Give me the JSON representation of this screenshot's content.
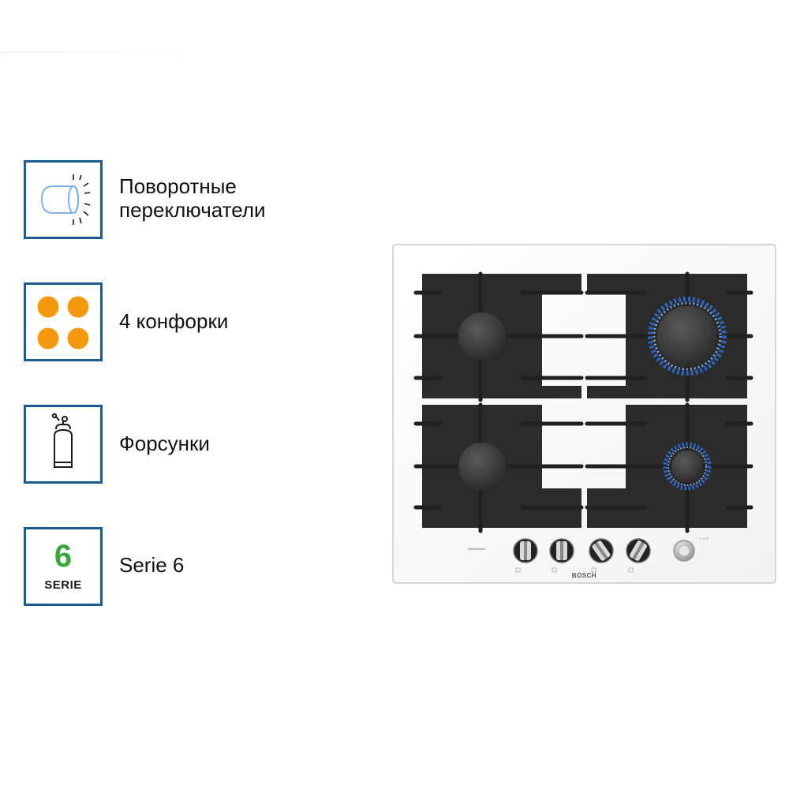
{
  "features": [
    {
      "icon": "rotary-knob-icon",
      "label_line1": "Поворотные",
      "label_line2": "переключатели"
    },
    {
      "icon": "four-burners-icon",
      "label": "4 конфорки",
      "dot_color": "#f4990f"
    },
    {
      "icon": "gas-cylinder-icon",
      "label": "Форсунки"
    },
    {
      "icon": "serie-badge-icon",
      "badge_number": "6",
      "badge_word": "SERIE",
      "label": "Serie 6",
      "badge_color": "#3aa63e"
    }
  ],
  "hob": {
    "brand": "BOSCH",
    "tech_label": "FlameSelect",
    "burners_lit": [
      "top-right",
      "bottom-right"
    ],
    "flame_color": "#2f6fd6",
    "frame_color": "#1b5a93",
    "knob_count": 4
  }
}
